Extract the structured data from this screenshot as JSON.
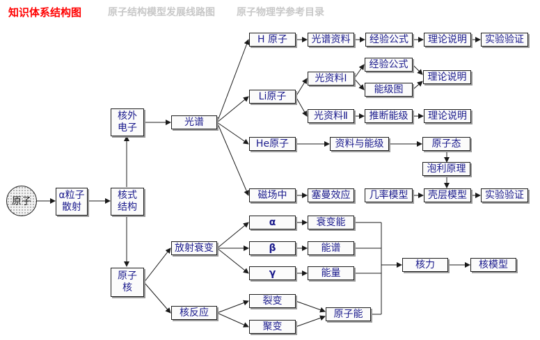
{
  "header": {
    "title": "知识体系结构图",
    "link1": "原子结构模型发展线路图",
    "link2": "原子物理学参考目录"
  },
  "nodes": {
    "atom": "原子",
    "alpha_scatter": "α粒子\n散射",
    "nuclear_structure": "核式\n结构",
    "outer_electrons": "核外\n电子",
    "nucleus": "原子\n核",
    "spectrum": "光谱",
    "h_atom": "H 原子",
    "li_atom": "Li原子",
    "he_atom": "He原子",
    "magnetic_field": "磁场中",
    "h_spectral_data": "光谱资料",
    "h_empirical_formula": "经验公式",
    "h_theory": "理论说明",
    "h_experiment": "实验验证",
    "li_data_1": "光资料Ⅰ",
    "li_empirical_formula": "经验公式",
    "li_energy_diagram": "能级图",
    "li_theory_1": "理论说明",
    "li_data_2": "光资料Ⅱ",
    "li_infer_levels": "推断能级",
    "li_theory_2": "理论说明",
    "he_data_levels": "资料与能级",
    "atomic_state": "原子态",
    "pauli_principle": "泡利原理",
    "zeeman_effect": "塞曼效应",
    "probability_model": "几率模型",
    "shell_model": "壳层模型",
    "shell_experiment": "实验验证",
    "radioactive_decay": "放射衰变",
    "alpha": "α",
    "beta": "β",
    "gamma": "γ",
    "decay_energy": "衰变能",
    "energy_spectrum": "能谱",
    "energy": "能量",
    "nuclear_force": "核力",
    "nuclear_model": "核模型",
    "nuclear_reaction": "核反应",
    "fission": "裂变",
    "fusion": "聚变",
    "atomic_energy": "原子能"
  },
  "colors": {
    "title_red": "#ff0000",
    "link_gray": "#c8c8c8",
    "box_text": "#1a1a8c",
    "line": "#1a1a1a"
  }
}
